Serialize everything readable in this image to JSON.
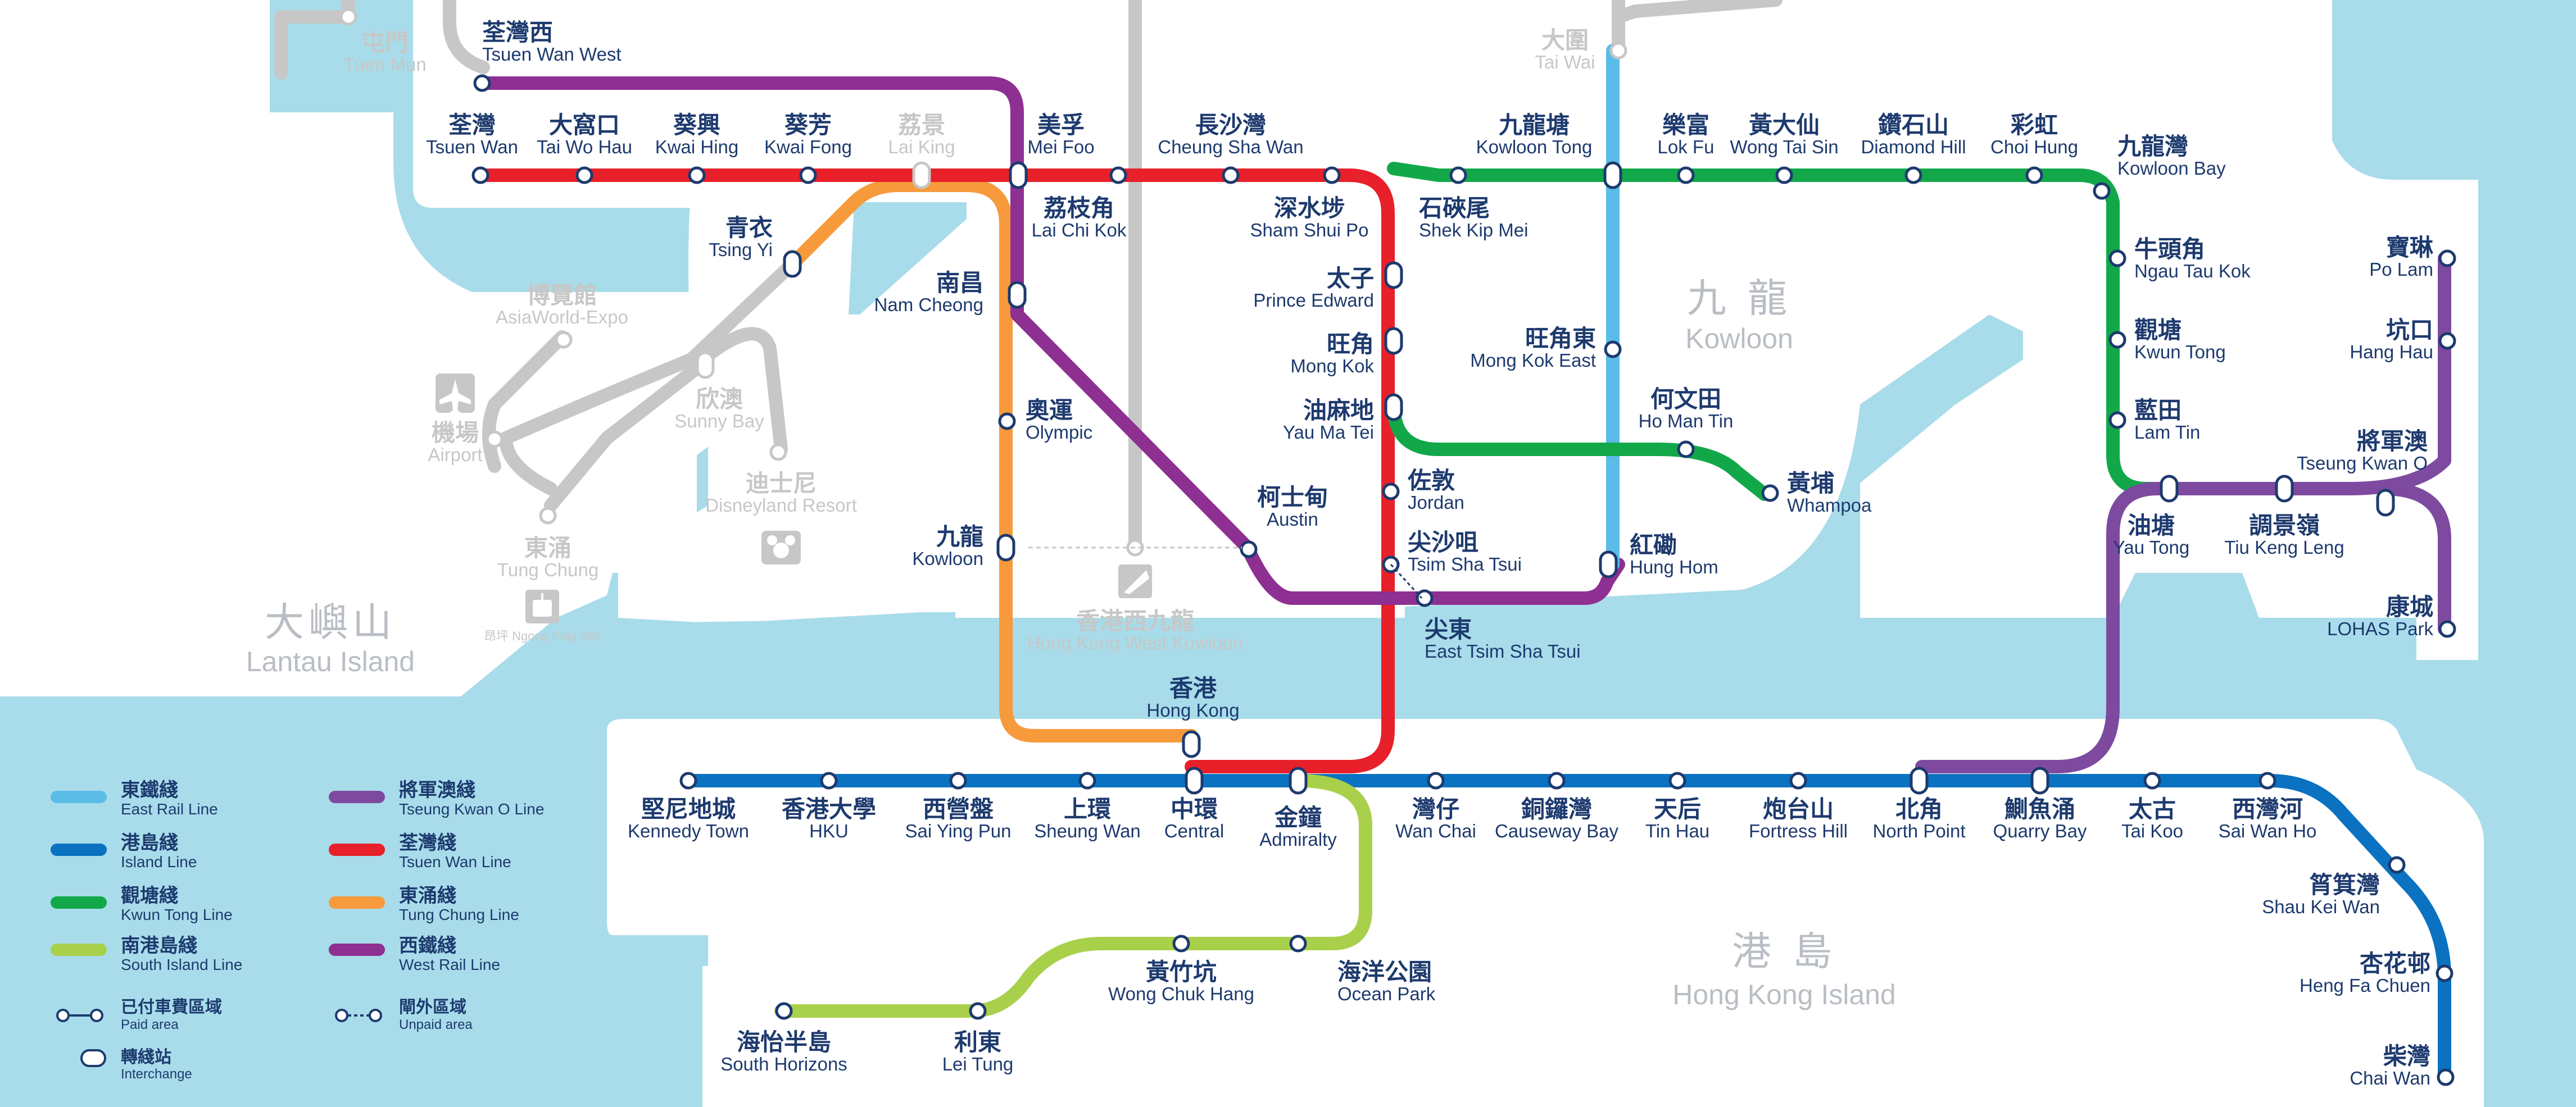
{
  "colors": {
    "water": "#a8dcea",
    "land": "#ffffff",
    "east_rail": "#5bbce8",
    "island": "#0a72c0",
    "kwun_tong": "#12a84a",
    "south_island": "#a9d04a",
    "tseung_kwan_o": "#7e4aa0",
    "tsuen_wan": "#e8202a",
    "tung_chung": "#f79a3c",
    "west_rail": "#8e2f92",
    "grey": "#c7c7c7",
    "text": "#1d3a6e"
  },
  "districts": {
    "kowloon": {
      "zh": "九 龍",
      "en": "Kowloon"
    },
    "hong_kong_island": {
      "zh": "港 島",
      "en": "Hong Kong Island"
    },
    "lantau_island": {
      "zh": "大嶼山",
      "en": "Lantau Island"
    }
  },
  "stations": {
    "tsuen_wan_west": {
      "zh": "荃灣西",
      "en": "Tsuen Wan West"
    },
    "tsuen_wan": {
      "zh": "荃灣",
      "en": "Tsuen Wan"
    },
    "tai_wo_hau": {
      "zh": "大窩口",
      "en": "Tai Wo Hau"
    },
    "kwai_hing": {
      "zh": "葵興",
      "en": "Kwai Hing"
    },
    "kwai_fong": {
      "zh": "葵芳",
      "en": "Kwai Fong"
    },
    "lai_king": {
      "zh": "荔景",
      "en": "Lai King"
    },
    "mei_foo": {
      "zh": "美孚",
      "en": "Mei Foo"
    },
    "lai_chi_kok": {
      "zh": "荔枝角",
      "en": "Lai Chi Kok"
    },
    "cheung_sha_wan": {
      "zh": "長沙灣",
      "en": "Cheung Sha Wan"
    },
    "sham_shui_po": {
      "zh": "深水埗",
      "en": "Sham Shui Po"
    },
    "prince_edward": {
      "zh": "太子",
      "en": "Prince Edward"
    },
    "mong_kok": {
      "zh": "旺角",
      "en": "Mong Kok"
    },
    "yau_ma_tei": {
      "zh": "油麻地",
      "en": "Yau Ma Tei"
    },
    "jordan": {
      "zh": "佐敦",
      "en": "Jordan"
    },
    "tsim_sha_tsui": {
      "zh": "尖沙咀",
      "en": "Tsim Sha Tsui"
    },
    "east_tsim_sha_tsui": {
      "zh": "尖東",
      "en": "East Tsim Sha Tsui"
    },
    "austin": {
      "zh": "柯士甸",
      "en": "Austin"
    },
    "nam_cheong": {
      "zh": "南昌",
      "en": "Nam Cheong"
    },
    "olympic": {
      "zh": "奧運",
      "en": "Olympic"
    },
    "kowloon": {
      "zh": "九龍",
      "en": "Kowloon"
    },
    "tsing_yi": {
      "zh": "青衣",
      "en": "Tsing Yi"
    },
    "hong_kong": {
      "zh": "香港",
      "en": "Hong Kong"
    },
    "kowloon_tong": {
      "zh": "九龍塘",
      "en": "Kowloon Tong"
    },
    "lok_fu": {
      "zh": "樂富",
      "en": "Lok Fu"
    },
    "wong_tai_sin": {
      "zh": "黃大仙",
      "en": "Wong Tai Sin"
    },
    "diamond_hill": {
      "zh": "鑽石山",
      "en": "Diamond Hill"
    },
    "choi_hung": {
      "zh": "彩虹",
      "en": "Choi Hung"
    },
    "kowloon_bay": {
      "zh": "九龍灣",
      "en": "Kowloon Bay"
    },
    "ngau_tau_kok": {
      "zh": "牛頭角",
      "en": "Ngau Tau Kok"
    },
    "kwun_tong": {
      "zh": "觀塘",
      "en": "Kwun Tong"
    },
    "lam_tin": {
      "zh": "藍田",
      "en": "Lam Tin"
    },
    "yau_tong": {
      "zh": "油塘",
      "en": "Yau Tong"
    },
    "tiu_keng_leng": {
      "zh": "調景嶺",
      "en": "Tiu Keng Leng"
    },
    "shek_kip_mei": {
      "zh": "石硤尾",
      "en": "Shek Kip Mei"
    },
    "mong_kok_east": {
      "zh": "旺角東",
      "en": "Mong Kok East"
    },
    "ho_man_tin": {
      "zh": "何文田",
      "en": "Ho Man Tin"
    },
    "whampoa": {
      "zh": "黃埔",
      "en": "Whampoa"
    },
    "hung_hom": {
      "zh": "紅磡",
      "en": "Hung Hom"
    },
    "po_lam": {
      "zh": "寶琳",
      "en": "Po Lam"
    },
    "hang_hau": {
      "zh": "坑口",
      "en": "Hang Hau"
    },
    "tseung_kwan_o": {
      "zh": "將軍澳",
      "en": "Tseung Kwan O"
    },
    "lohas_park": {
      "zh": "康城",
      "en": "LOHAS Park"
    },
    "kennedy_town": {
      "zh": "堅尼地城",
      "en": "Kennedy Town"
    },
    "hku": {
      "zh": "香港大學",
      "en": "HKU"
    },
    "sai_ying_pun": {
      "zh": "西營盤",
      "en": "Sai Ying Pun"
    },
    "sheung_wan": {
      "zh": "上環",
      "en": "Sheung Wan"
    },
    "central": {
      "zh": "中環",
      "en": "Central"
    },
    "admiralty": {
      "zh": "金鐘",
      "en": "Admiralty"
    },
    "wan_chai": {
      "zh": "灣仔",
      "en": "Wan Chai"
    },
    "causeway_bay": {
      "zh": "銅鑼灣",
      "en": "Causeway Bay"
    },
    "tin_hau": {
      "zh": "天后",
      "en": "Tin Hau"
    },
    "fortress_hill": {
      "zh": "炮台山",
      "en": "Fortress Hill"
    },
    "north_point": {
      "zh": "北角",
      "en": "North Point"
    },
    "quarry_bay": {
      "zh": "鰂魚涌",
      "en": "Quarry Bay"
    },
    "tai_koo": {
      "zh": "太古",
      "en": "Tai Koo"
    },
    "sai_wan_ho": {
      "zh": "西灣河",
      "en": "Sai Wan Ho"
    },
    "shau_kei_wan": {
      "zh": "筲箕灣",
      "en": "Shau Kei Wan"
    },
    "heng_fa_chuen": {
      "zh": "杏花邨",
      "en": "Heng Fa Chuen"
    },
    "chai_wan": {
      "zh": "柴灣",
      "en": "Chai Wan"
    },
    "ocean_park": {
      "zh": "海洋公園",
      "en": "Ocean Park"
    },
    "wong_chuk_hang": {
      "zh": "黃竹坑",
      "en": "Wong Chuk Hang"
    },
    "lei_tung": {
      "zh": "利東",
      "en": "Lei Tung"
    },
    "south_horizons": {
      "zh": "海怡半島",
      "en": "South Horizons"
    },
    "tuen_mun": {
      "zh": "屯門",
      "en": "Tuen Mun"
    },
    "tai_wai": {
      "zh": "大圍",
      "en": "Tai Wai"
    },
    "asiaworld_expo": {
      "zh": "博覽館",
      "en": "AsiaWorld-Expo"
    },
    "airport": {
      "zh": "機場",
      "en": "Airport"
    },
    "sunny_bay": {
      "zh": "欣澳",
      "en": "Sunny Bay"
    },
    "disneyland_resort": {
      "zh": "迪士尼",
      "en": "Disneyland Resort"
    },
    "tung_chung": {
      "zh": "東涌",
      "en": "Tung Chung"
    },
    "ngong_ping": {
      "label": "昂坪 Ngong Ping 360"
    },
    "west_kowloon": {
      "zh": "香港西九龍",
      "en": "Hong Kong West Kowloon"
    }
  },
  "legend": {
    "east_rail": {
      "zh": "東鐵綫",
      "en": "East Rail Line"
    },
    "island": {
      "zh": "港島綫",
      "en": "Island Line"
    },
    "kwun_tong": {
      "zh": "觀塘綫",
      "en": "Kwun Tong Line"
    },
    "south_island": {
      "zh": "南港島綫",
      "en": "South Island Line"
    },
    "tseung_kwan_o": {
      "zh": "將軍澳綫",
      "en": "Tseung Kwan O Line"
    },
    "tsuen_wan": {
      "zh": "荃灣綫",
      "en": "Tsuen Wan Line"
    },
    "tung_chung": {
      "zh": "東涌綫",
      "en": "Tung Chung Line"
    },
    "west_rail": {
      "zh": "西鐵綫",
      "en": "West Rail Line"
    },
    "paid_area": {
      "zh": "已付車費區域",
      "en": "Paid area"
    },
    "unpaid_area": {
      "zh": "閘外區域",
      "en": "Unpaid area"
    },
    "interchange": {
      "zh": "轉綫站",
      "en": "Interchange"
    }
  }
}
